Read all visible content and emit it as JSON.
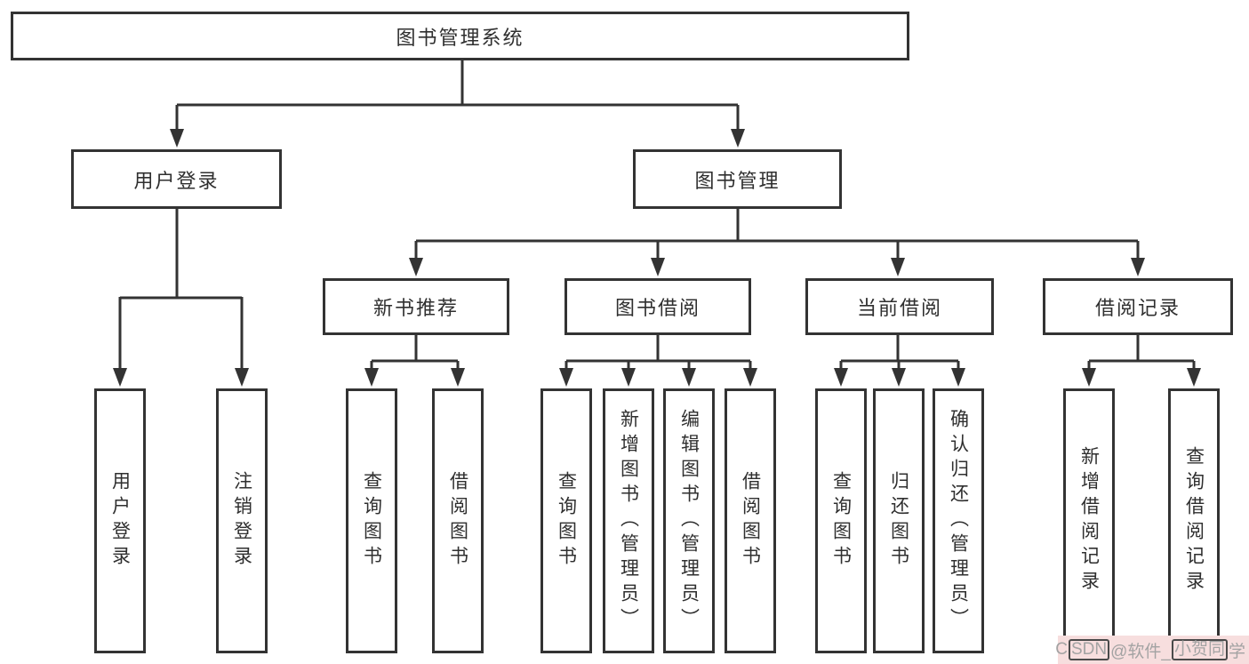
{
  "colors": {
    "line": "#333333",
    "box_border": "#333333",
    "text": "#2f2f2f",
    "watermark_bg": "#f7dede",
    "watermark_text": "#a3a3a3"
  },
  "diagram": {
    "root": {
      "label": "图书管理系统"
    },
    "level2": [
      {
        "label": "用户登录"
      },
      {
        "label": "图书管理"
      }
    ],
    "level3": [
      {
        "label": "新书推荐"
      },
      {
        "label": "图书借阅"
      },
      {
        "label": "当前借阅"
      },
      {
        "label": "借阅记录"
      }
    ],
    "leaves": {
      "user_login": [
        {
          "label": "用户登录"
        },
        {
          "label": "注销登录"
        }
      ],
      "new_book_recommend": [
        {
          "label": "查询图书"
        },
        {
          "label": "借阅图书"
        }
      ],
      "book_borrow": [
        {
          "label": "查询图书"
        },
        {
          "label": "新增图书（管理员）"
        },
        {
          "label": "编辑图书（管理员）"
        },
        {
          "label": "借阅图书"
        }
      ],
      "current_borrow": [
        {
          "label": "查询图书"
        },
        {
          "label": "归还图书"
        },
        {
          "label": "确认归还（管理员）"
        }
      ],
      "borrow_records": [
        {
          "label": "新增借阅记录"
        },
        {
          "label": "查询借阅记录"
        }
      ]
    }
  },
  "watermark": {
    "c": "C",
    "sdn": "SDN",
    "mid": " @软件_",
    "xiaohe": "小贺同",
    "xue": "学"
  }
}
